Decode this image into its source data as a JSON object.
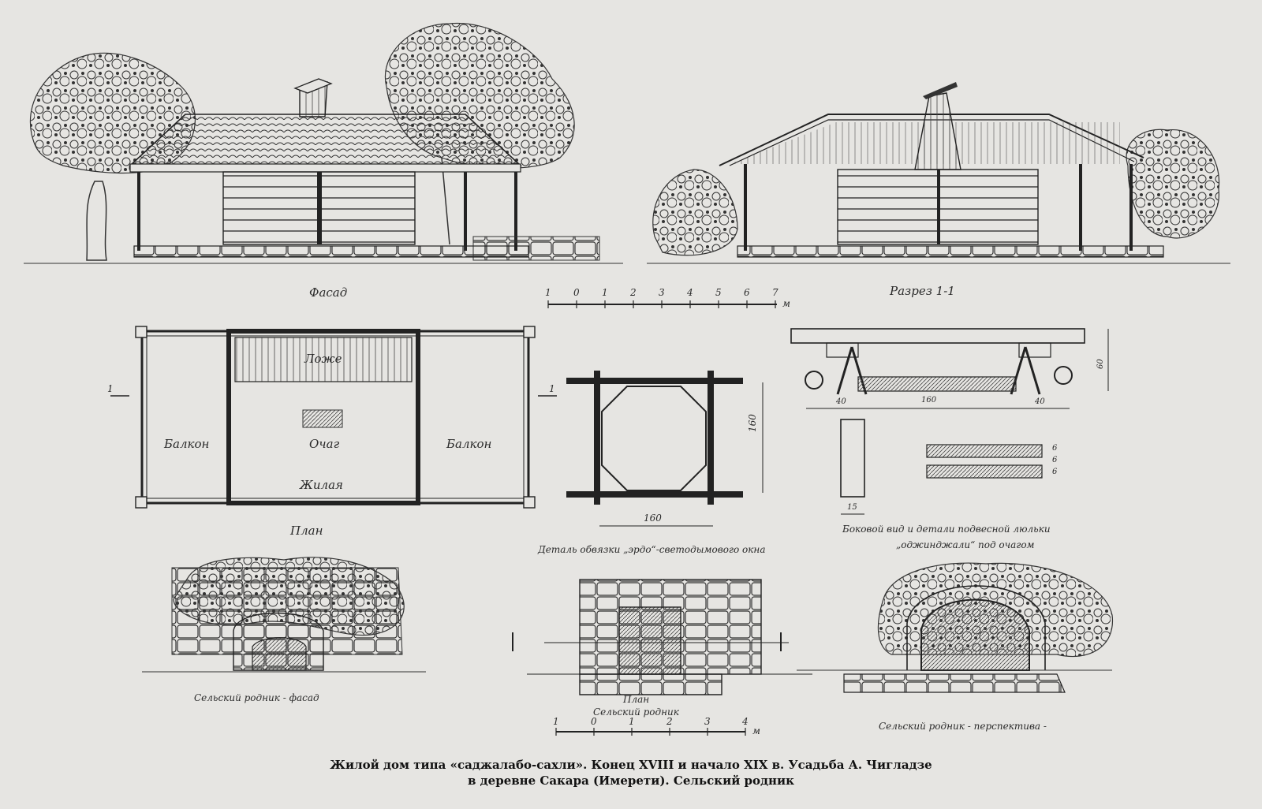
{
  "labels": {
    "facade": "Фасад",
    "section": "Разрез 1-1",
    "plan": "План",
    "loggia": "Ложе",
    "hearth": "Очаг",
    "balcony_left": "Балкон",
    "balcony_right": "Балкон",
    "living": "Жилая",
    "erdo_detail": "Деталь обвязки „эрдо“-светодымового окна",
    "cradle_detail_line1": "Боковой вид и детали подвесной люльки",
    "cradle_detail_line2": "„оджинджали“ под очагом",
    "spring_facade": "Сельский родник - фасад",
    "spring_plan_line1": "План",
    "spring_plan_line2": "Сельский родник",
    "spring_perspective": "Сельский родник - перспектива -",
    "section_mark_left": "1",
    "section_mark_right": "1"
  },
  "scales": {
    "top": {
      "ticks": [
        "1",
        "0",
        "1",
        "2",
        "3",
        "4",
        "5",
        "6",
        "7"
      ],
      "unit": "м"
    },
    "bottom": {
      "ticks": [
        "1",
        "0",
        "1",
        "2",
        "3",
        "4"
      ],
      "unit": "м"
    }
  },
  "dimensions": {
    "erdo_width": "160",
    "erdo_height": "160",
    "cradle_left": "40",
    "cradle_mid": "160",
    "cradle_right": "40",
    "cradle_height": "60",
    "post_width": "15",
    "strip_1": "6",
    "strip_2": "6",
    "strip_3": "6"
  },
  "caption": {
    "line1": "Жилой дом типа «саджалабо-сахли». Конец XVIII и начало XIX в. Усадьба А. Чигладзе",
    "line2": "в деревне Сакара (Имерети). Сельский родник"
  }
}
